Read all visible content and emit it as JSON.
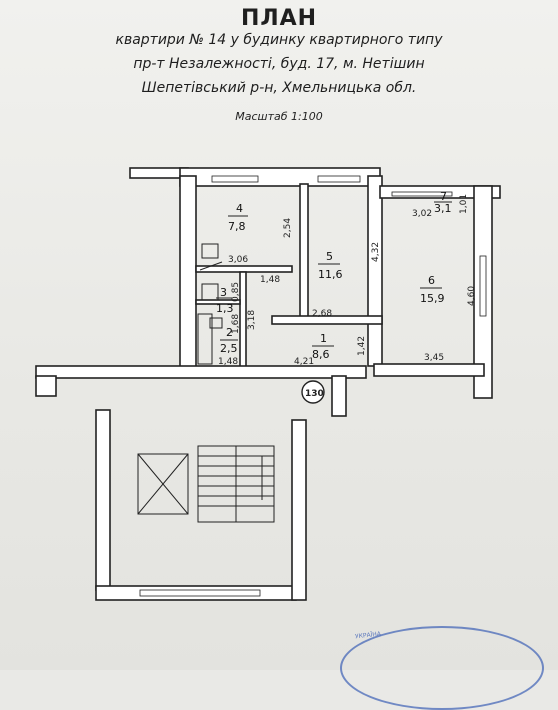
{
  "header": {
    "title": "ПЛАН",
    "line1": "квартири № 14 у будинку квартирного типу",
    "line2": "пр-т Незалежності, буд. 17, м. Нетішин",
    "line3": "Шепетівський р-н,  Хмельницька обл.",
    "scale": "Масштаб 1:100"
  },
  "rooms": [
    {
      "number": "4",
      "area": "7,8"
    },
    {
      "number": "5",
      "area": "11,6"
    },
    {
      "number": "6",
      "area": "15,9"
    },
    {
      "number": "7",
      "area": "3,1"
    },
    {
      "number": "1",
      "area": "8,6"
    },
    {
      "number": "2",
      "area": "2,5"
    },
    {
      "number": "3",
      "area": "1,3"
    }
  ],
  "dimensions": {
    "d_302": "3,02",
    "d_101": "1,01",
    "d_254": "2,54",
    "d_432": "4,32",
    "d_306": "3,06",
    "d_148a": "1,48",
    "d_085": "0,85",
    "d_460": "4,60",
    "d_268": "2,68",
    "d_318": "3,18",
    "d_168": "1,68",
    "d_142": "1,42",
    "d_148b": "1,48",
    "d_421": "4,21",
    "d_345": "3,45"
  },
  "marker": "130",
  "stamp": "УКРАЇНА"
}
